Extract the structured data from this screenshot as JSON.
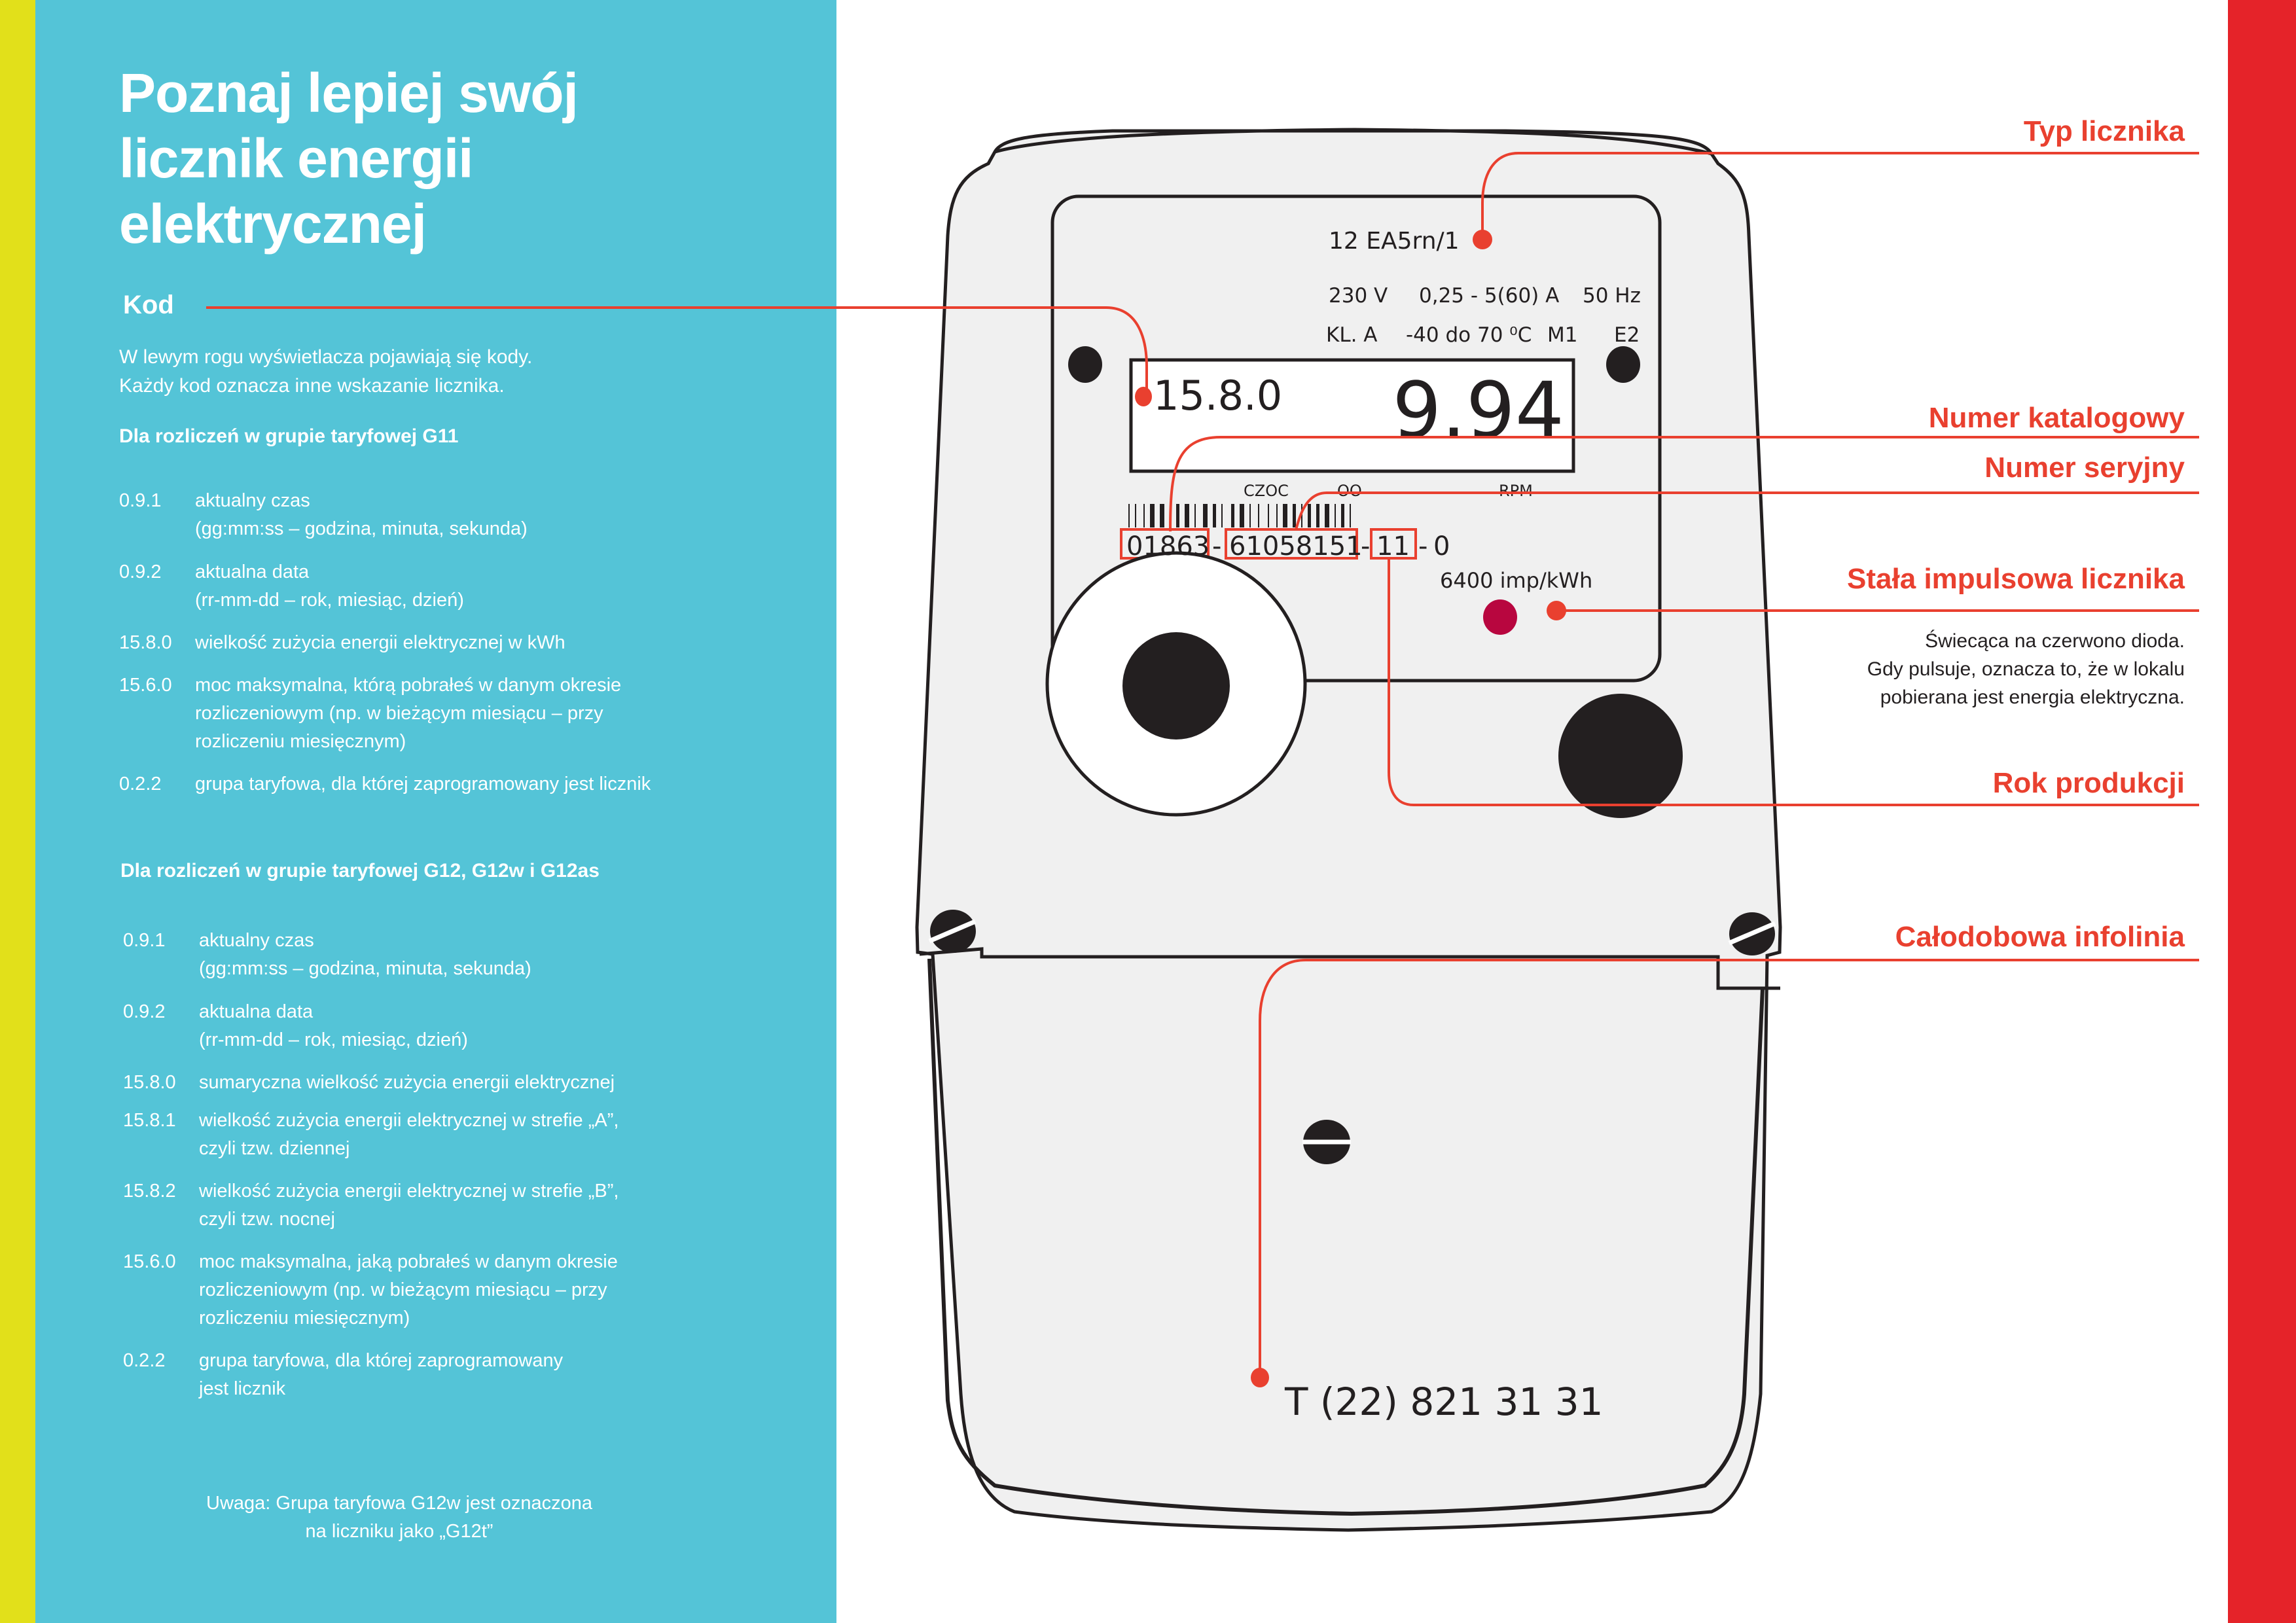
{
  "colors": {
    "accent_yellow": "#e2e01a",
    "panel_blue": "#54c4d7",
    "brand_red": "#e52329",
    "callout_red": "#e9402f",
    "meter_body": "#f0f0f0",
    "led": "#b8063f"
  },
  "title": {
    "lines": [
      "Poznaj lepiej swój",
      "licznik energii",
      "elektrycznej"
    ]
  },
  "kod": {
    "label": "Kod",
    "intro_lines": [
      "W lewym rogu wyświetlacza pojawiają się kody.",
      "Każdy kod oznacza inne wskazanie licznika."
    ]
  },
  "g11": {
    "heading": "Dla rozliczeń w grupie taryfowej G11",
    "codes": [
      {
        "code": "0.9.1",
        "desc": "aktualny czas\n(gg:mm:ss – godzina, minuta, sekunda)"
      },
      {
        "code": "0.9.2",
        "desc": "aktualna data\n(rr-mm-dd – rok, miesiąc, dzień)"
      },
      {
        "code": "15.8.0",
        "desc": "wielkość zużycia energii elektrycznej w kWh"
      },
      {
        "code": "15.6.0",
        "desc": "moc maksymalna, którą pobrałeś w danym okresie\nrozliczeniowym (np. w bieżącym miesiącu – przy\nrozliczeniu miesięcznym)"
      },
      {
        "code": "0.2.2",
        "desc": "grupa taryfowa, dla której zaprogramowany jest licznik"
      }
    ]
  },
  "g12": {
    "heading": "Dla rozliczeń w grupie taryfowej G12, G12w i G12as",
    "codes": [
      {
        "code": "0.9.1",
        "desc": "aktualny czas\n(gg:mm:ss – godzina, minuta, sekunda)"
      },
      {
        "code": "0.9.2",
        "desc": "aktualna data\n(rr-mm-dd – rok, miesiąc, dzień)"
      },
      {
        "code": "15.8.0",
        "desc": "sumaryczna wielkość zużycia energii elektrycznej"
      },
      {
        "code": "15.8.1",
        "desc": "wielkość zużycia energii elektrycznej w strefie „A”,\nczyli tzw. dziennej"
      },
      {
        "code": "15.8.2",
        "desc": "wielkość zużycia energii elektrycznej w strefie „B”,\nczyli tzw. nocnej"
      },
      {
        "code": "15.6.0",
        "desc": "moc maksymalna, jaką pobrałeś w danym okresie\nrozliczeniowym (np. w bieżącym miesiącu – przy\nrozliczeniu miesięcznym)"
      },
      {
        "code": "0.2.2",
        "desc": "grupa taryfowa, dla której zaprogramowany\njest licznik"
      }
    ]
  },
  "note": "Uwaga: Grupa taryfowa G12w jest oznaczona\nna liczniku jako „G12t”",
  "meter": {
    "type": "12 EA5rn/1",
    "voltage": "230 V",
    "current": "0,25 - 5(60) A",
    "frequency": "50 Hz",
    "class": "KL. A",
    "temp_range": "-40 do 70 ⁰C",
    "m1": "M1",
    "e2": "E2",
    "display_code": "15.8.0",
    "display_value": "9.94",
    "label_czoc": "CZOC",
    "label_oo": "OO",
    "label_rpm": "RPM",
    "catalog_number": "01863",
    "serial_number": "61058151",
    "production_year": "11",
    "suffix": "0",
    "separator": "-",
    "impulse_constant": "6400 imp/kWh",
    "phone": "T (22) 821 31 31"
  },
  "callouts": {
    "typ": "Typ licznika",
    "katalog": "Numer katalogowy",
    "seryjny": "Numer seryjny",
    "stala": "Stała impulsowa licznika",
    "stala_desc": "Świecąca na czerwono dioda.\nGdy pulsuje, oznacza to, że w lokalu\npobierana jest energia elektryczna.",
    "rok": "Rok produkcji",
    "infolinia": "Całodobowa infolinia"
  }
}
